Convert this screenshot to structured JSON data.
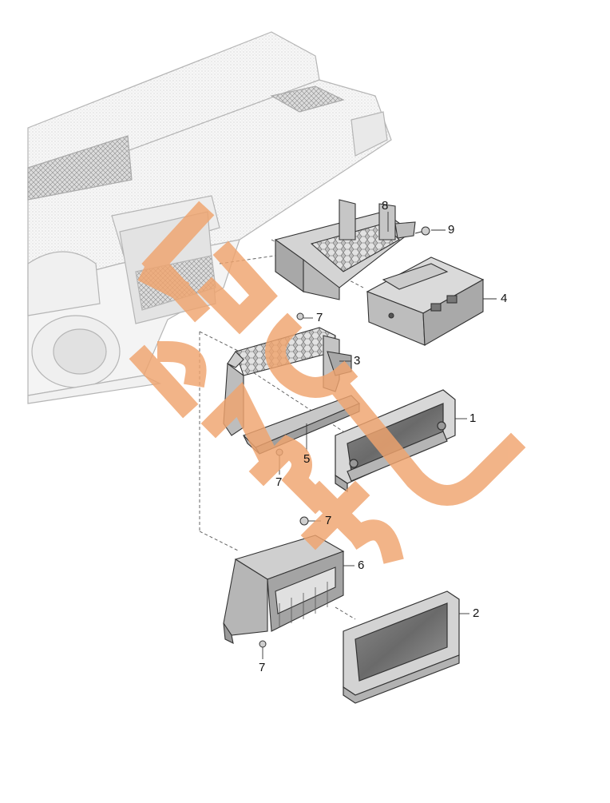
{
  "diagram": {
    "callouts": [
      {
        "id": "1",
        "label": "1"
      },
      {
        "id": "2",
        "label": "2"
      },
      {
        "id": "3",
        "label": "3"
      },
      {
        "id": "4",
        "label": "4"
      },
      {
        "id": "5",
        "label": "5"
      },
      {
        "id": "6",
        "label": "6"
      },
      {
        "id": "7a",
        "label": "7"
      },
      {
        "id": "7b",
        "label": "7"
      },
      {
        "id": "7c",
        "label": "7"
      },
      {
        "id": "7d",
        "label": "7"
      },
      {
        "id": "8",
        "label": "8"
      },
      {
        "id": "9",
        "label": "9"
      }
    ],
    "watermark": {
      "text": "EPC PARTS",
      "color": "#f0a46e"
    }
  }
}
